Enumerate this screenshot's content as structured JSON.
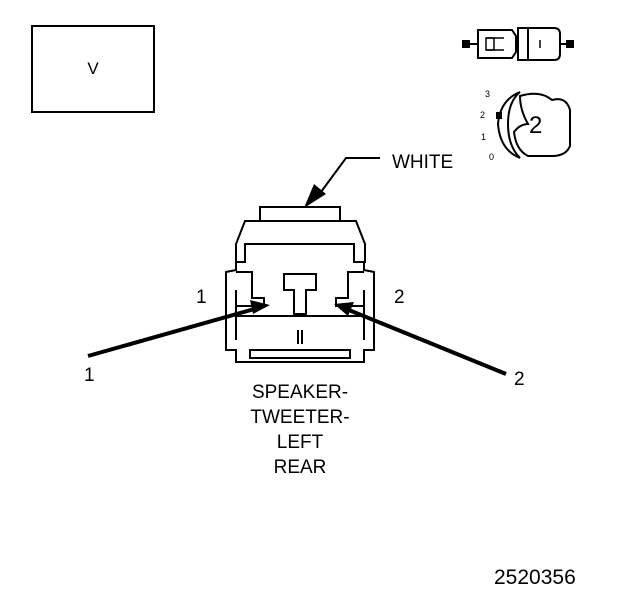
{
  "view_label": "V",
  "wire_color": "WHITE",
  "pin_labels": {
    "left": "1",
    "right": "2"
  },
  "callouts": {
    "left": "1",
    "right": "2"
  },
  "connector_caption": [
    "SPEAKER-",
    "TWEETER-",
    "LEFT",
    "REAR"
  ],
  "orientation_icon": {
    "number": "2",
    "scale": [
      "3",
      "2",
      "1",
      "0"
    ]
  },
  "figure_id": "2520356"
}
